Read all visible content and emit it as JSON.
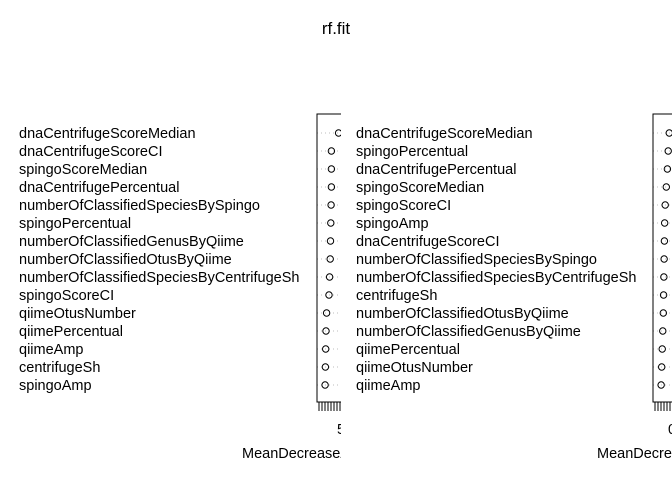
{
  "chart_data": {
    "type": "scatter",
    "title": "rf.fit",
    "panels": [
      {
        "xlabel": "MeanDecreaseAccuracy",
        "tick_label": "5",
        "xlim": [
          4,
          12
        ],
        "grid": true,
        "labels": [
          "dnaCentrifugeScoreMedian",
          "dnaCentrifugeScoreCI",
          "spingoScoreMedian",
          "dnaCentrifugePercentual",
          "numberOfClassifiedSpeciesBySpingo",
          "spingoPercentual",
          "numberOfClassifiedGenusByQiime",
          "numberOfClassifiedOtusByQiime",
          "numberOfClassifiedSpeciesByCentrifugeSh",
          "spingoScoreCI",
          "qiimeOtusNumber",
          "qiimePercentual",
          "qiimeAmp",
          "centrifugeSh",
          "spingoAmp"
        ],
        "values": [
          11.2,
          8.8,
          8.8,
          8.8,
          8.7,
          8.6,
          8.5,
          8.4,
          8.2,
          8.0,
          7.2,
          7.0,
          6.9,
          6.8,
          6.7
        ]
      },
      {
        "xlabel": "MeanDecreaseGini",
        "tick_label": "0",
        "xlim": [
          -1,
          6
        ],
        "grid": true,
        "labels": [
          "dnaCentrifugeScoreMedian",
          "spingoPercentual",
          "dnaCentrifugePercentual",
          "spingoScoreMedian",
          "spingoScoreCI",
          "spingoAmp",
          "dnaCentrifugeScoreCI",
          "numberOfClassifiedSpeciesBySpingo",
          "numberOfClassifiedSpeciesByCentrifugeSh",
          "centrifugeSh",
          "numberOfClassifiedOtusByQiime",
          "numberOfClassifiedGenusByQiime",
          "qiimePercentual",
          "qiimeOtusNumber",
          "qiimeAmp"
        ],
        "values": [
          5.0,
          4.6,
          4.3,
          3.9,
          3.5,
          3.3,
          3.2,
          3.1,
          3.0,
          2.9,
          2.8,
          2.6,
          2.4,
          2.2,
          2.0
        ]
      }
    ]
  }
}
